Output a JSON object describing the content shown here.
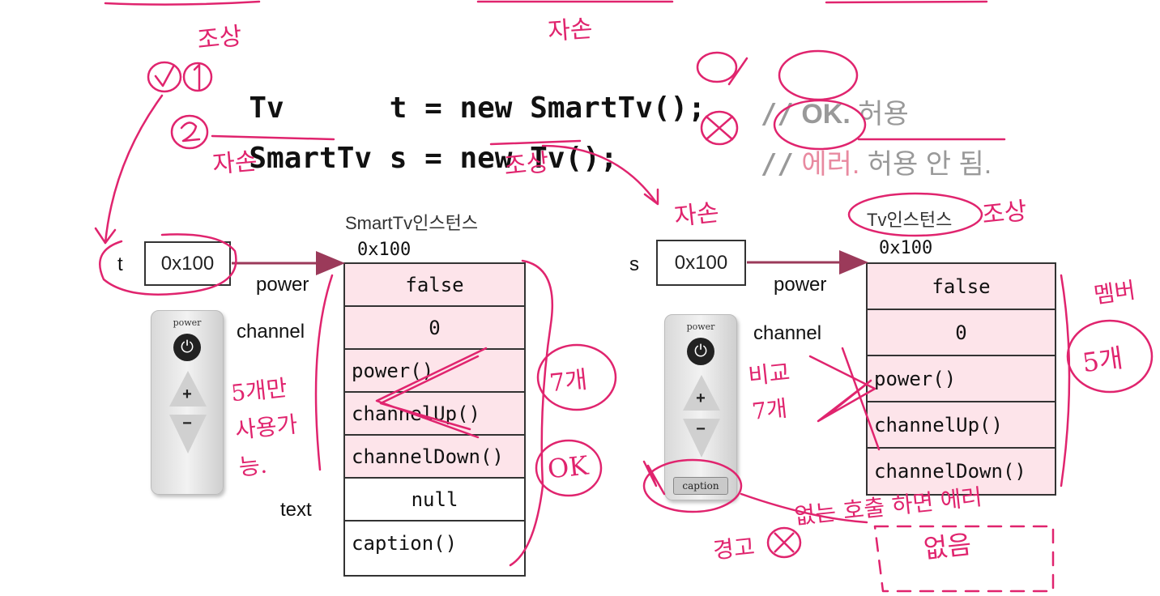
{
  "code": {
    "line1": {
      "type": "Tv",
      "rest": "t = new SmartTv();",
      "comment_prefix": "//",
      "comment_status": "OK.",
      "comment_text": "허용"
    },
    "line2": {
      "type": "SmartTv",
      "rest": "s = new Tv();",
      "comment_prefix": "//",
      "comment_status": "에러.",
      "comment_text": "허용 안 됨."
    }
  },
  "left": {
    "var": "t",
    "ref": "0x100",
    "instance_title": "SmartTv인스턴스",
    "address": "0x100",
    "fields": [
      {
        "label": "power",
        "value": "false"
      },
      {
        "label": "channel",
        "value": "0"
      },
      {
        "label": "",
        "value": "power()"
      },
      {
        "label": "",
        "value": "channelUp()"
      },
      {
        "label": "",
        "value": "channelDown()"
      },
      {
        "label": "text",
        "value": "null"
      },
      {
        "label": "",
        "value": "caption()"
      }
    ],
    "remote": {
      "power_label": "power",
      "plus": "+",
      "minus": "−"
    }
  },
  "right": {
    "var": "s",
    "ref": "0x100",
    "instance_title": "Tv인스턴스",
    "address": "0x100",
    "fields": [
      {
        "label": "power",
        "value": "false"
      },
      {
        "label": "channel",
        "value": "0"
      },
      {
        "label": "",
        "value": "power()"
      },
      {
        "label": "",
        "value": "channelUp()"
      },
      {
        "label": "",
        "value": "channelDown()"
      }
    ],
    "remote": {
      "power_label": "power",
      "plus": "+",
      "minus": "−",
      "caption_label": "caption"
    }
  },
  "annotations": {
    "ink_color": "#e0246e",
    "left_count": "7개",
    "left_ok": "OK",
    "members": "멤버",
    "right_count": "5개",
    "usable": "5개만 사용가능.",
    "ratio": "비교 7개",
    "error_note": "없는 호출 하면 에러",
    "missing": "없음",
    "ancestor": "조상",
    "descendant": "자손",
    "warning": "경고",
    "circle_o": "O",
    "circle_x": "X"
  }
}
